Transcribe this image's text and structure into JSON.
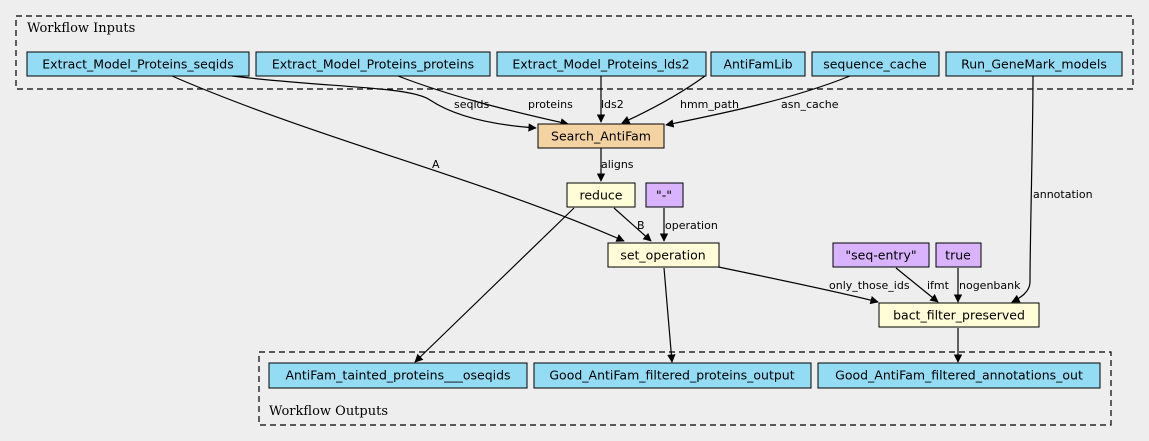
{
  "clusters": {
    "inputs_title": "Workflow Inputs",
    "outputs_title": "Workflow Outputs"
  },
  "colors": {
    "io_node": "#94dbf4",
    "step_main": "#f4d3a2",
    "step_tool": "#fffcd8",
    "constant": "#d9b3fd",
    "background": "#eeeeee"
  },
  "nodes": {
    "in_seqids": "Extract_Model_Proteins_seqids",
    "in_proteins": "Extract_Model_Proteins_proteins",
    "in_lds2": "Extract_Model_Proteins_lds2",
    "in_antifamlib": "AntiFamLib",
    "in_seqcache": "sequence_cache",
    "in_genemark": "Run_GeneMark_models",
    "search_antifam": "Search_AntiFam",
    "reduce": "reduce",
    "const_minus": "\"-\"",
    "set_operation": "set_operation",
    "const_seqentry": "\"seq-entry\"",
    "const_true": "true",
    "bact_filter": "bact_filter_preserved",
    "out_tainted": "AntiFam_tainted_proteins___oseqids",
    "out_proteins": "Good_AntiFam_filtered_proteins_output",
    "out_annotations": "Good_AntiFam_filtered_annotations_out"
  },
  "edge_labels": {
    "seqids": "seqids",
    "proteins": "proteins",
    "lds2": "lds2",
    "hmm_path": "hmm_path",
    "asn_cache": "asn_cache",
    "aligns": "aligns",
    "A": "A",
    "B": "B",
    "operation": "operation",
    "annotation": "annotation",
    "only_those_ids": "only_those_ids",
    "ifmt": "ifmt",
    "nogenbank": "nogenbank"
  }
}
